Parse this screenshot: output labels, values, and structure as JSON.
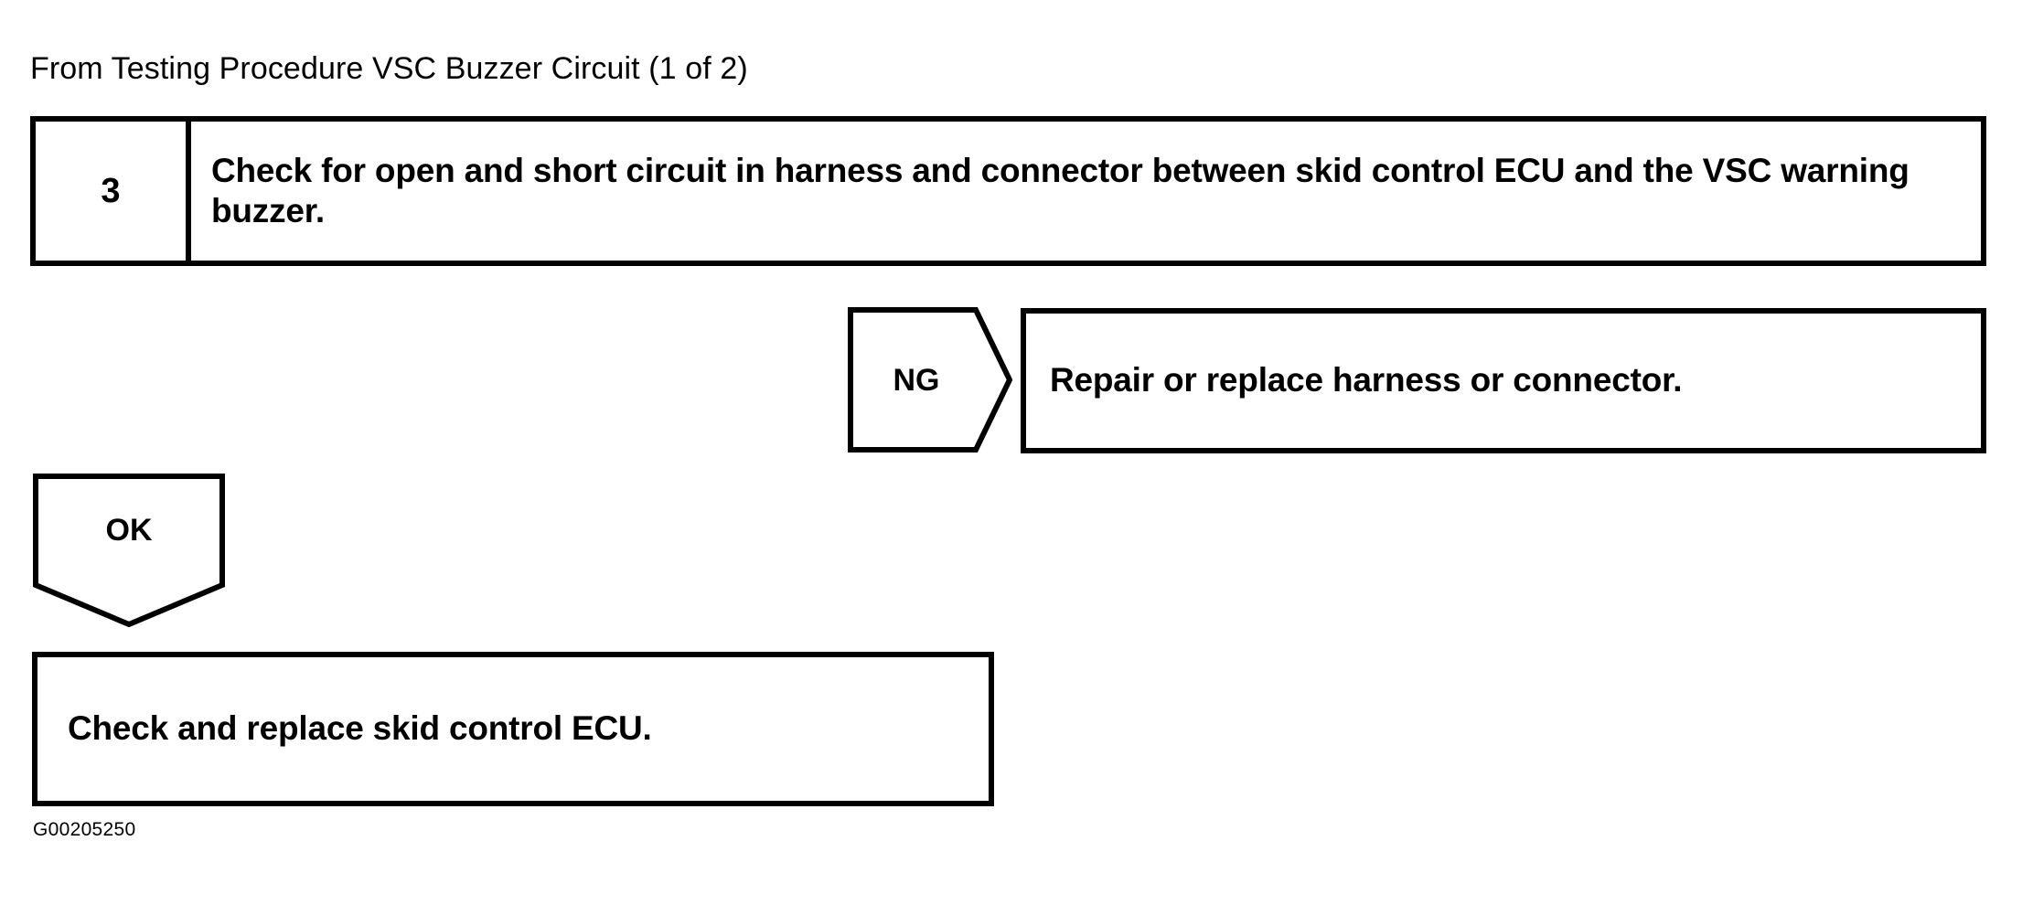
{
  "document": {
    "continuation_label": "From Testing Procedure VSC Buzzer Circuit (1 of 2)",
    "figure_code": "G00205250"
  },
  "step": {
    "number": "3",
    "instruction": "Check for open and short circuit in harness and connector between skid control ECU and the VSC warning buzzer."
  },
  "branches": {
    "ng": {
      "marker_label": "NG",
      "result_text": "Repair or replace harness or connector."
    },
    "ok": {
      "marker_label": "OK",
      "result_text": "Check and replace skid control ECU."
    }
  },
  "colors": {
    "ink": "#000000",
    "page": "#ffffff"
  }
}
